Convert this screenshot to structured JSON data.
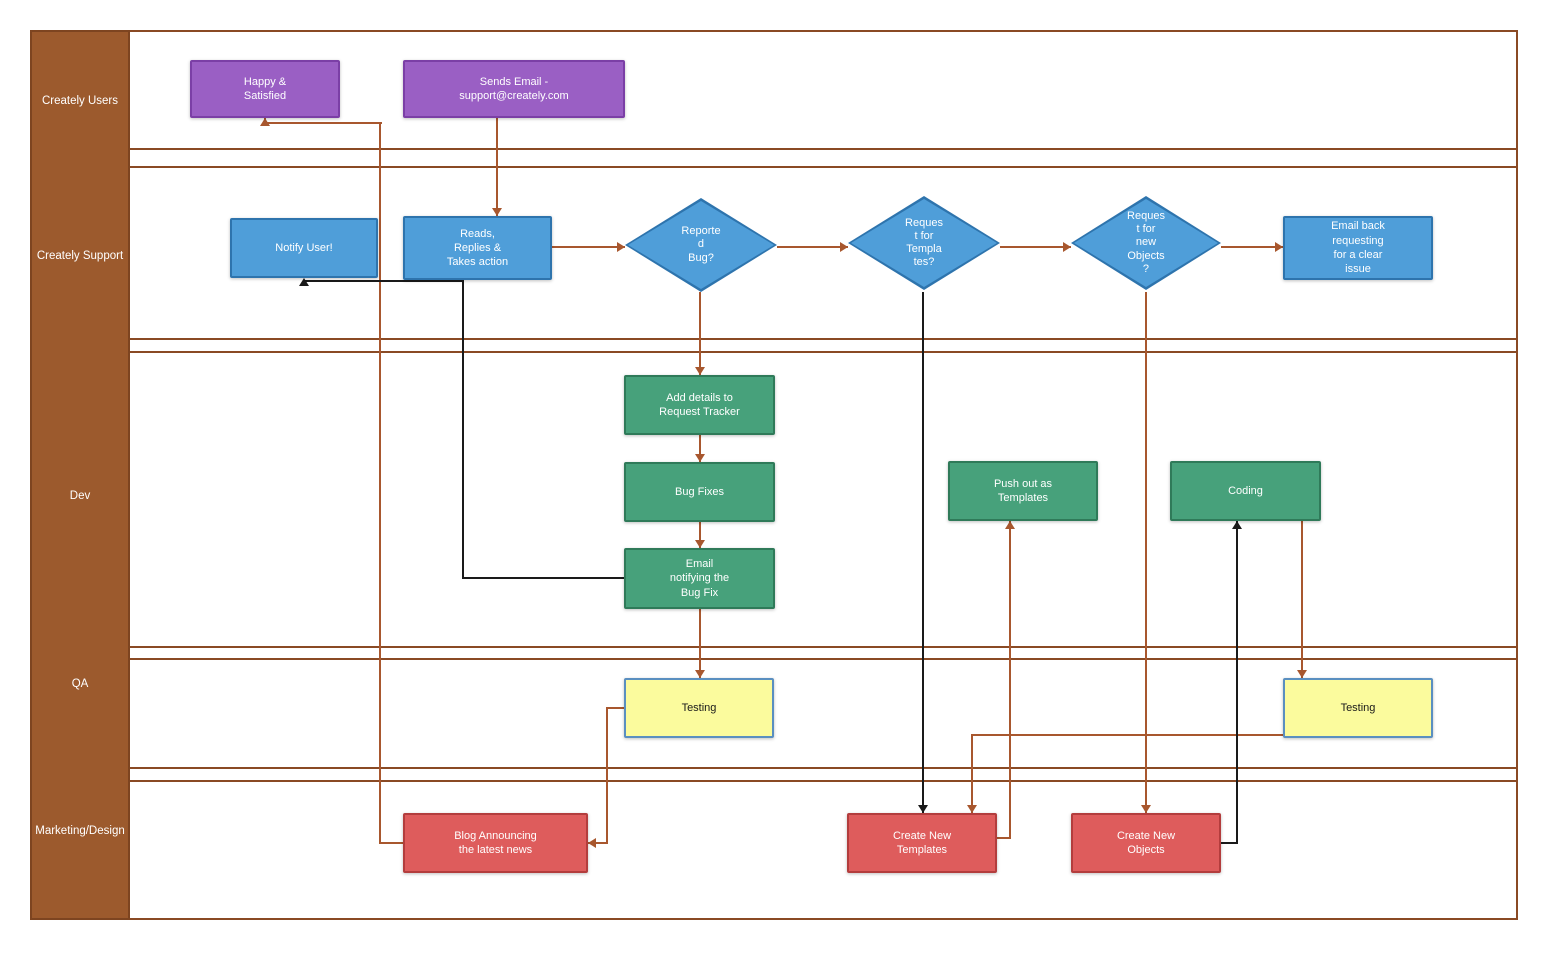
{
  "diagram_type": "swimlane-flowchart",
  "lanes": [
    {
      "label": "Creately Users"
    },
    {
      "label": "Creately Support"
    },
    {
      "label": "Dev"
    },
    {
      "label": "QA"
    },
    {
      "label": "Marketing/Design"
    }
  ],
  "nodes": {
    "happy_satisfied": {
      "label": "Happy &\nSatisfied",
      "type": "process",
      "lane": "Creately Users"
    },
    "sends_email": {
      "label": "Sends Email -\nsupport@creately.com",
      "type": "process",
      "lane": "Creately Users"
    },
    "notify_user": {
      "label": "Notify User!",
      "type": "process",
      "lane": "Creately Support"
    },
    "reads_replies": {
      "label": "Reads,\nReplies &\nTakes action",
      "type": "process",
      "lane": "Creately Support"
    },
    "reported_bug": {
      "label": "Reporte\nd\nBug?",
      "type": "decision",
      "lane": "Creately Support"
    },
    "request_templates": {
      "label": "Reques\nt for\nTempla\ntes?",
      "type": "decision",
      "lane": "Creately Support"
    },
    "request_new_objects": {
      "label": "Reques\nt for\nnew\nObjects\n?",
      "type": "decision",
      "lane": "Creately Support"
    },
    "email_back": {
      "label": "Email back\nrequesting\nfor a clear\nissue",
      "type": "process",
      "lane": "Creately Support"
    },
    "add_details": {
      "label": "Add details to\nRequest Tracker",
      "type": "process",
      "lane": "Dev"
    },
    "bug_fixes": {
      "label": "Bug Fixes",
      "type": "process",
      "lane": "Dev"
    },
    "email_notifying": {
      "label": "Email\nnotifying the\nBug Fix",
      "type": "process",
      "lane": "Dev"
    },
    "push_out": {
      "label": "Push out as\nTemplates",
      "type": "process",
      "lane": "Dev"
    },
    "coding": {
      "label": "Coding",
      "type": "process",
      "lane": "Dev"
    },
    "testing_left": {
      "label": "Testing",
      "type": "process",
      "lane": "QA"
    },
    "testing_right": {
      "label": "Testing",
      "type": "process",
      "lane": "QA"
    },
    "blog": {
      "label": "Blog Announcing\nthe latest news",
      "type": "process",
      "lane": "Marketing/Design"
    },
    "create_templates": {
      "label": "Create New\nTemplates",
      "type": "process",
      "lane": "Marketing/Design"
    },
    "create_objects": {
      "label": "Create New\nObjects",
      "type": "process",
      "lane": "Marketing/Design"
    }
  },
  "colors": {
    "lane_header_fill": "#9c5a2d",
    "lane_border": "#8a4a24",
    "connector_brown": "#a8572e",
    "connector_black": "#1a1a1a",
    "purple_fill": "#9a5fc4",
    "purple_border": "#7b3fa6",
    "blue_fill": "#4f9ed9",
    "blue_border": "#2e74ad",
    "green_fill": "#47a17b",
    "green_border": "#2f7a59",
    "yellow_fill": "#fbfb9d",
    "yellow_border": "#5a8fc0",
    "red_fill": "#de5c5c",
    "red_border": "#b33d3d",
    "text_light": "#ffffff",
    "text_dark": "#1a1a1a"
  }
}
